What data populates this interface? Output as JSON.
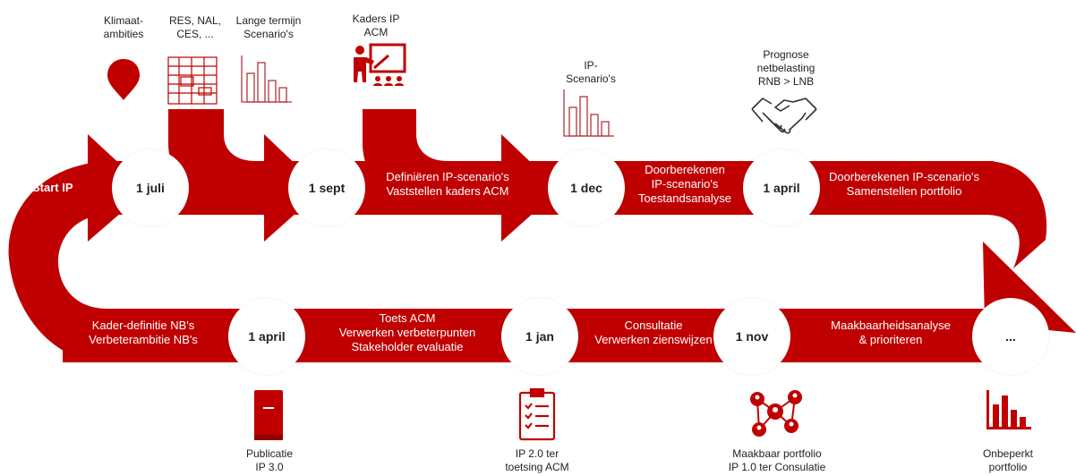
{
  "colors": {
    "band": "#c00000",
    "band_dark": "#a50000",
    "icon": "#c00000",
    "icon_line": "#b0353a",
    "text": "#222222"
  },
  "start_label": "Start IP",
  "milestones": {
    "juli": "1 juli",
    "sept": "1 sept",
    "dec": "1 dec",
    "april_top": "1 april",
    "dots": "...",
    "nov": "1 nov",
    "jan": "1 jan",
    "april_bottom": "1 april"
  },
  "top_inputs": {
    "klimaat": [
      "Klimaat-",
      "ambities"
    ],
    "res": [
      "RES, NAL,",
      "CES, ..."
    ],
    "lange_termijn": [
      "Lange termijn",
      "Scenario's"
    ],
    "kaders": [
      "Kaders IP",
      "ACM"
    ],
    "ip_scenarios": [
      "IP-",
      "Scenario's"
    ],
    "prognose": [
      "Prognose",
      "netbelasting",
      "RNB > LNB"
    ]
  },
  "band_top": {
    "definieren": [
      "Definiëren IP-scenario's",
      "Vaststellen kaders ACM"
    ],
    "doorberekenen": [
      "Doorberekenen",
      "IP-scenario's",
      "Toestandsanalyse"
    ],
    "samenstellen": [
      "Doorberekenen IP-scenario's",
      "Samenstellen portfolio"
    ]
  },
  "band_bottom": {
    "kader": [
      "Kader-definitie NB's",
      "Verbeterambitie NB's"
    ],
    "toets": [
      "Toets ACM",
      "Verwerken verbeterpunten",
      "Stakeholder evaluatie"
    ],
    "consultatie": [
      "Consultatie",
      "Verwerken zienswijzen"
    ],
    "maakbaarheid": [
      "Maakbaarheidsanalyse",
      "& prioriteren"
    ]
  },
  "outputs": {
    "publicatie": [
      "Publicatie",
      "IP 3.0"
    ],
    "ip20": [
      "IP 2.0 ter",
      "toetsing ACM"
    ],
    "maakbaar": [
      "Maakbaar portfolio",
      "IP 1.0 ter Consulatie"
    ],
    "onbeperkt": [
      "Onbeperkt",
      "portfolio"
    ]
  },
  "icons": {
    "klimaat": "location-pin-icon",
    "res": "grid-map-icon",
    "lange_termijn": "bar-chart-outline-icon",
    "kaders": "presentation-teacher-icon",
    "ip_scenarios": "bar-chart-outline-icon",
    "prognose": "handshake-icon",
    "publicatie": "book-icon",
    "ip20": "clipboard-checklist-icon",
    "maakbaar": "network-people-icon",
    "onbeperkt": "bar-chart-filled-icon"
  }
}
